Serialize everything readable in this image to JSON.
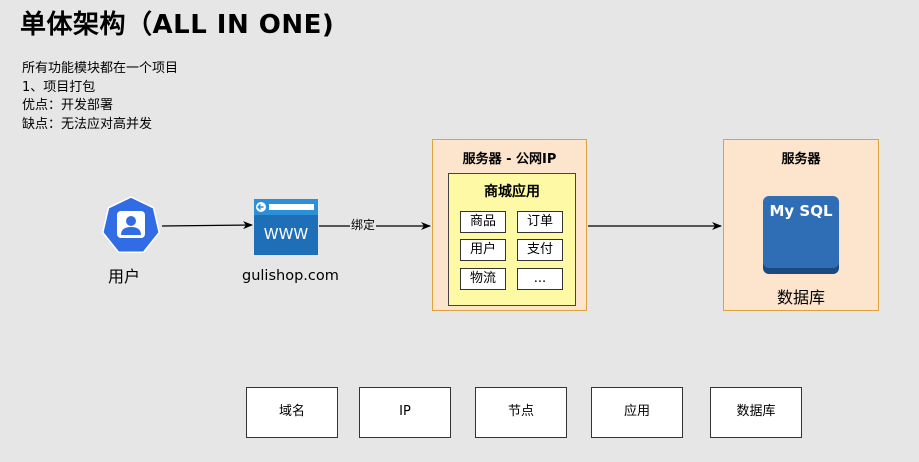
{
  "title": "单体架构（ALL IN ONE)",
  "notes": [
    "所有功能模块都在一个项目",
    "1、项目打包",
    "优点：开发部署",
    "缺点：无法应对高并发"
  ],
  "user": {
    "label": "用户"
  },
  "browser": {
    "icon_text": "WWW",
    "domain": "gulishop.com"
  },
  "edge_label": "绑定",
  "server": {
    "title": "服务器 - 公网IP",
    "app_title": "商城应用",
    "modules": [
      "商品",
      "订单",
      "用户",
      "支付",
      "物流",
      "..."
    ]
  },
  "db_server": {
    "title": "服务器",
    "icon_text": "My SQL",
    "label": "数据库"
  },
  "legend": [
    "域名",
    "IP",
    "节点",
    "应用",
    "数据库"
  ],
  "colors": {
    "background": "#e6e6e6",
    "server_fill": "#fde4cc",
    "server_border": "#dea33a",
    "app_fill": "#fef9a4",
    "icon_blue": "#326ce5",
    "mysql_blue": "#2f6db5"
  }
}
